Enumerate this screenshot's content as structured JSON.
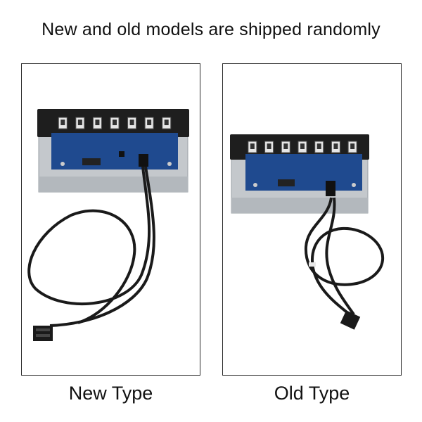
{
  "headline": "New and old models are shipped randomly",
  "panels": {
    "new": {
      "caption": "New Type",
      "usb_port_count": 7
    },
    "old": {
      "caption": "Old Type",
      "usb_port_count": 7
    }
  },
  "colors": {
    "pcb": "#1f4a8f",
    "bracket": "#c4c8cc",
    "frame": "#1e1e1e",
    "cable": "#1a1a1a"
  }
}
